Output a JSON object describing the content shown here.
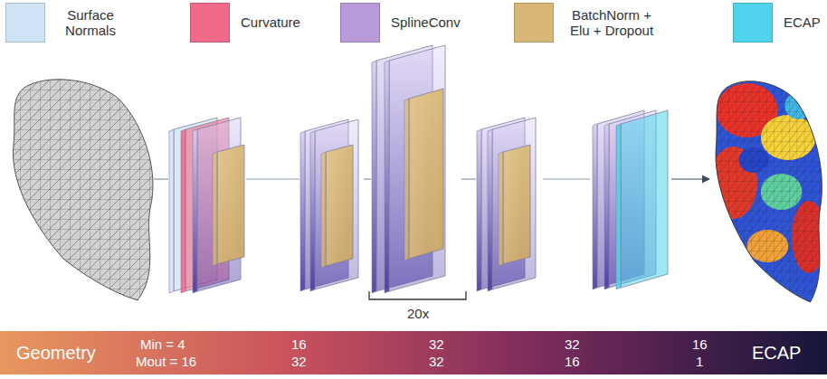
{
  "diagram": {
    "labels": [
      "20x",
      "Geometry",
      "Min = 4",
      "Mout = 16",
      "16",
      "32",
      "32",
      "32",
      "32",
      "16",
      "16",
      "1",
      "ECAP"
    ],
    "legend": [
      {
        "text": "Surface Normals",
        "color": "#cfe3f6"
      },
      {
        "text": "Curvature",
        "color": "#f06a8a"
      },
      {
        "text": "SplineConv",
        "color": "#b99ad8"
      },
      {
        "text": "BatchNorm + Elu + Dropout",
        "color": "#d9b877"
      },
      {
        "text": "ECAP",
        "color": "#4fd3ec"
      }
    ]
  }
}
